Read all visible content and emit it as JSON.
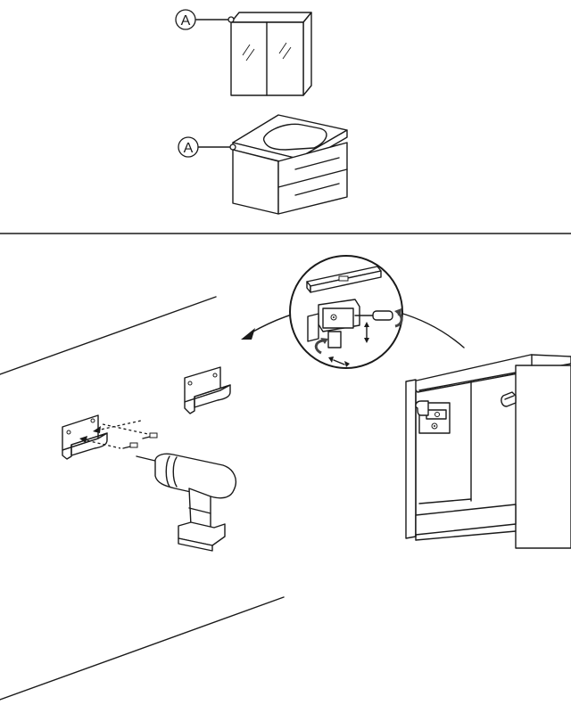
{
  "callouts": {
    "mirror_cabinet_label": "A",
    "vanity_unit_label": "A"
  },
  "colors": {
    "line": "#1a1a1a",
    "background": "#ffffff",
    "arrow_fill": "#555555"
  },
  "icons": [
    "mirror-cabinet",
    "vanity-unit",
    "wall-bracket",
    "screw",
    "cordless-drill",
    "spirit-level",
    "screwdriver",
    "rotate-arrow-icon",
    "double-arrow-icon",
    "cabinet-hanger"
  ]
}
